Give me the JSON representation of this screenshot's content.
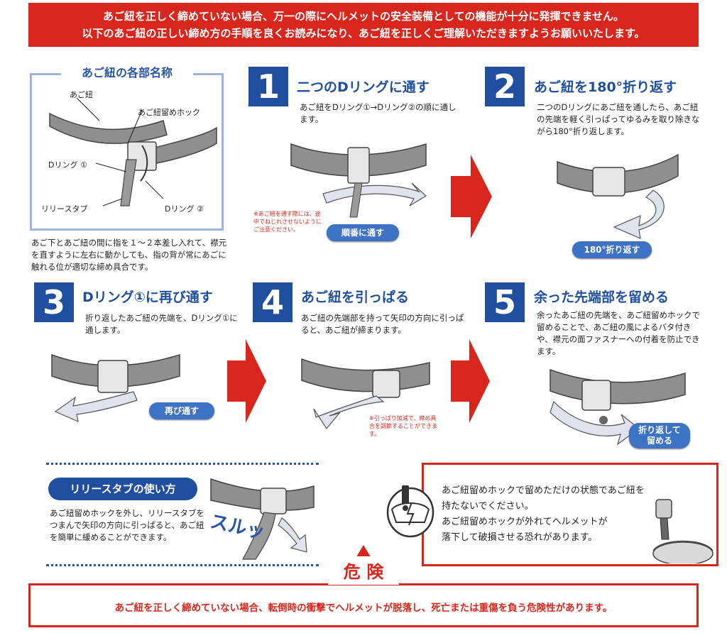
{
  "banner": {
    "line1": "あご紐を正しく締めていない場合、万一の際にヘルメットの安全装備としての機能が十分に発揮できません。",
    "line2": "以下のあご紐の正しい締め方の手順を良くお読みになり、あご紐を正しくご理解いただきますようお願いいたします。"
  },
  "parts": {
    "title": "あご紐の各部名称",
    "labels": [
      "あご紐",
      "あご紐留めホック",
      "Dリング ①",
      "リリースタブ",
      "Dリング ②"
    ],
    "note": "あご下とあご紐の間に指を１～２本差し入れて、襟元を直すように左右に動かしても、指の背が常にあごに触れる位が適切な締め具合です。"
  },
  "steps": [
    {
      "num": "1",
      "title": "二つのDリングに通す",
      "desc": "あご紐をDリング①→Dリング②の順に通します。",
      "pill": "順番に通す",
      "red_note": "※あご紐を通す際には、途中でねじれさせないようにご注意ください。"
    },
    {
      "num": "2",
      "title": "あご紐を180°折り返す",
      "desc": "二つのDリングにあご紐を通したら、あご紐の先端を軽く引っぱってゆるみを取り除きながら180°折り返します。",
      "pill": "180°折り返す"
    },
    {
      "num": "3",
      "title": "Dリング①に再び通す",
      "desc": "折り返したあご紐の先端を、Dリング①に通します。",
      "pill": "再び通す"
    },
    {
      "num": "4",
      "title": "あご紐を引っぱる",
      "desc": "あご紐の先端部を持って矢印の方向に引っぱると、あご紐が締まります。",
      "red_note": "※引っぱり加減で、締め具合を調節することができます。"
    },
    {
      "num": "5",
      "title": "余った先端部を留める",
      "desc": "余ったあご紐の先端を、あご紐留めホックで留めることで、あご紐の風によるバタ付きや、襟元の面ファスナーへの付着を防止できます。",
      "pill_line1": "折り返して",
      "pill_line2": "留める"
    }
  ],
  "release": {
    "title": "リリースタブの使い方",
    "desc": "あご紐留めホックを外し、リリースタブをつまんで矢印の方向に引っぱると、あご紐を簡単に緩めることができます。",
    "sound": "スルッ"
  },
  "warning": {
    "lines": [
      "あご紐留めホックで留めただけの状態であご紐を",
      "持たないでください。",
      "あご紐留めホックが外れてヘルメットが",
      "落下して破損させる恐れがあります。"
    ]
  },
  "danger": {
    "label_left": "危",
    "label_right": "険",
    "text": "あご紐を正しく締めていない場合、転倒時の衝撃でヘルメットが脱落し、死亡または重傷を負う危険性があります。"
  },
  "colors": {
    "red": "#d9261c",
    "blue": "#1f4f9e",
    "light_blue": "#9fb3dc",
    "pill_blue": "#3d73c4",
    "strap_gray": "#8a8a8a"
  }
}
